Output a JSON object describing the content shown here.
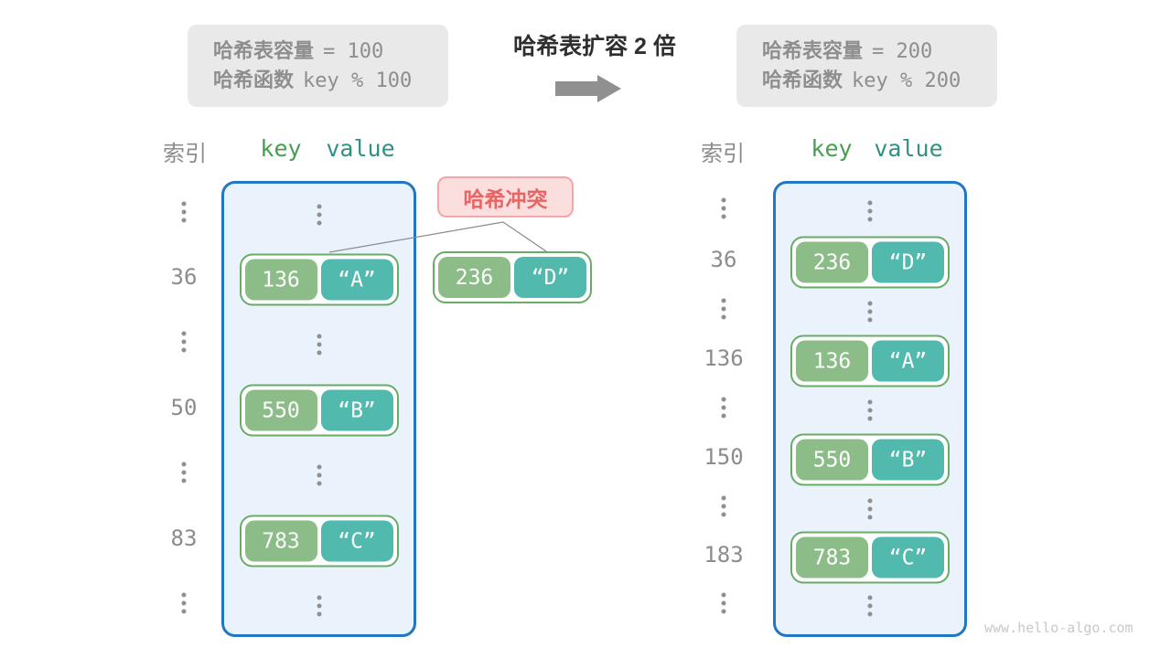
{
  "colors": {
    "info_bg": "#e9e9e9",
    "info_text": "#8e8e8e",
    "title_text": "#2f2f2f",
    "arrow": "#909090",
    "index_text": "#8c8c8c",
    "key_header": "#4a9d50",
    "value_header": "#2f9083",
    "table_bg": "#eaf3fb",
    "table_border": "#2277c4",
    "pair_border": "#6aab67",
    "key_bg": "#8cbd88",
    "value_bg": "#52b9ae",
    "pair_text": "#ffffff",
    "dots": "#8f8f8f",
    "collision_bg": "#fbdede",
    "collision_border": "#f2a6a6",
    "collision_text": "#e86565",
    "watermark": "#c9c9c9"
  },
  "info_left": {
    "lines": [
      {
        "label": "哈希表容量",
        "value": "= 100"
      },
      {
        "label": "哈希函数",
        "value": "key % 100"
      }
    ]
  },
  "info_right": {
    "lines": [
      {
        "label": "哈希表容量",
        "value": "= 200"
      },
      {
        "label": "哈希函数",
        "value": "key % 200"
      }
    ]
  },
  "transition": {
    "title": "哈希表扩容 2 倍"
  },
  "headers": {
    "index": "索引",
    "key": "key",
    "value": "value"
  },
  "collision": {
    "label": "哈希冲突",
    "pair": {
      "key": "236",
      "value": "“D”"
    }
  },
  "table_left": {
    "rows": [
      {
        "type": "dots"
      },
      {
        "type": "pair",
        "index": "36",
        "key": "136",
        "value": "“A”"
      },
      {
        "type": "dots"
      },
      {
        "type": "pair",
        "index": "50",
        "key": "550",
        "value": "“B”"
      },
      {
        "type": "dots"
      },
      {
        "type": "pair",
        "index": "83",
        "key": "783",
        "value": "“C”"
      },
      {
        "type": "dots"
      }
    ]
  },
  "table_right": {
    "rows": [
      {
        "type": "dots"
      },
      {
        "type": "pair",
        "index": "36",
        "key": "236",
        "value": "“D”"
      },
      {
        "type": "dots"
      },
      {
        "type": "pair",
        "index": "136",
        "key": "136",
        "value": "“A”"
      },
      {
        "type": "dots"
      },
      {
        "type": "pair",
        "index": "150",
        "key": "550",
        "value": "“B”"
      },
      {
        "type": "dots"
      },
      {
        "type": "pair",
        "index": "183",
        "key": "783",
        "value": "“C”"
      },
      {
        "type": "dots"
      }
    ]
  },
  "watermark": "www.hello-algo.com"
}
